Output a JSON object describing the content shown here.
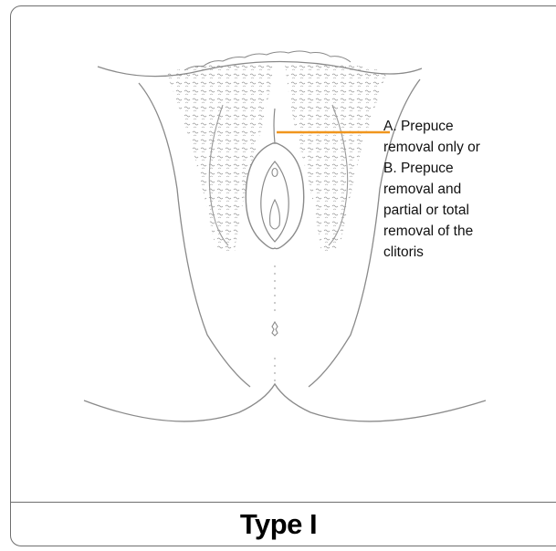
{
  "caption": {
    "title": "Type I"
  },
  "annotation": {
    "lines": [
      "A. Prepuce",
      "removal only or",
      "B. Prepuce",
      "removal and",
      "partial or total",
      "removal of the",
      "clitoris"
    ]
  },
  "colors": {
    "leader_line": "#f0961e",
    "outline": "#8a8a8a",
    "border": "#6e6e6e"
  }
}
